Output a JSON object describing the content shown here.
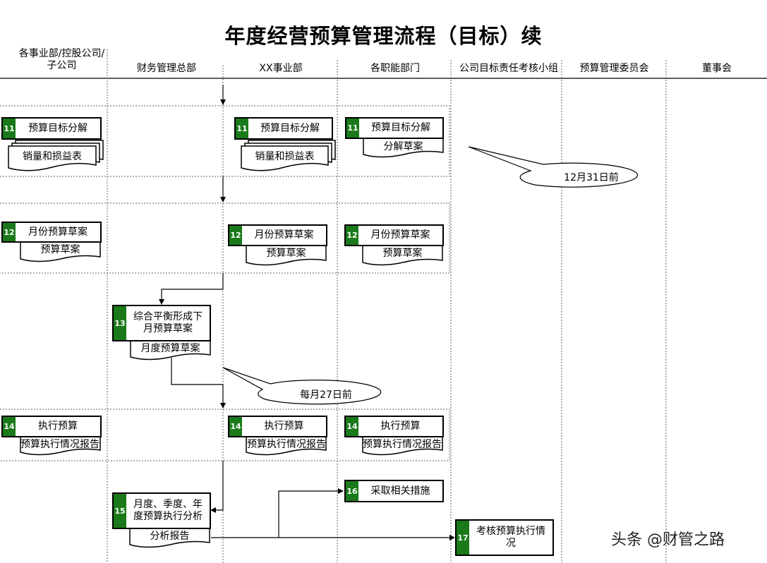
{
  "title": "年度经营预算管理流程（目标）续",
  "lanes": [
    "各事业部/控股公司/子公司",
    "财务管理总部",
    "XX事业部",
    "各职能部门",
    "公司目标责任考核小组",
    "预算管理委员会",
    "董事会"
  ],
  "steps": {
    "s11a": {
      "num": "11",
      "label": "预算目标分解",
      "doc": "销量和损益表"
    },
    "s11b": {
      "num": "11",
      "label": "预算目标分解",
      "doc": "销量和损益表"
    },
    "s11c": {
      "num": "11",
      "label": "预算目标分解",
      "doc": "分解草案"
    },
    "s12a": {
      "num": "12",
      "label": "月份预算草案",
      "doc": "预算草案"
    },
    "s12b": {
      "num": "12",
      "label": "月份预算草案",
      "doc": "预算草案"
    },
    "s12c": {
      "num": "12",
      "label": "月份预算草案",
      "doc": "预算草案"
    },
    "s13": {
      "num": "13",
      "label": "综合平衡形成下月预算草案",
      "doc": "月度预算草案"
    },
    "s14a": {
      "num": "14",
      "label": "执行预算",
      "doc": "预算执行情况报告"
    },
    "s14b": {
      "num": "14",
      "label": "执行预算",
      "doc": "预算执行情况报告"
    },
    "s14c": {
      "num": "14",
      "label": "执行预算",
      "doc": "预算执行情况报告"
    },
    "s15": {
      "num": "15",
      "label": "月度、季度、年度预算执行分析",
      "doc": "分析报告"
    },
    "s16": {
      "num": "16",
      "label": "采取相关措施"
    },
    "s17": {
      "num": "17",
      "label": "考核预算执行情况"
    }
  },
  "notes": {
    "deadline1": "12月31日前",
    "deadline2": "每月27日前"
  },
  "watermark": "头条 @财管之路",
  "colors": {
    "step_number_bg": "#1a7a1a"
  }
}
